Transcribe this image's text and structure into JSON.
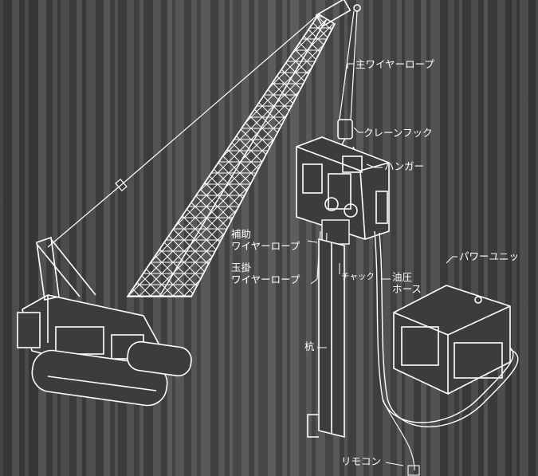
{
  "labels": {
    "main_wire": "主ワイヤーロープ",
    "crane_hook": "クレーンフック",
    "hanger": "ハンガー",
    "aux_wire_line1": "補助",
    "aux_wire_line2": "ワイヤーロープ",
    "sling_wire_line1": "玉掛",
    "sling_wire_line2": "ワイヤーロープ",
    "chuck": "チャック",
    "hydraulic_hose_line1": "油圧",
    "hydraulic_hose_line2": "ホース",
    "power_unit": "パワーユニッ",
    "pile": "杭",
    "remote": "リモコン"
  },
  "colors": {
    "background": "#4a4a4a",
    "stripe_light": "#6a6a6a",
    "stripe_dark": "#2e2e2e",
    "line": "#ffffff"
  }
}
